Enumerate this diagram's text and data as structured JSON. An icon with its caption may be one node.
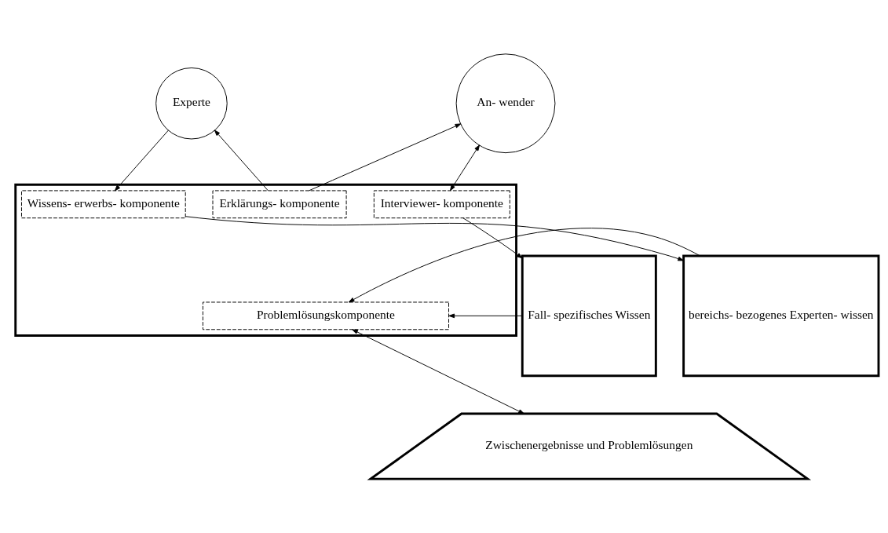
{
  "diagram": {
    "nodes": [
      {
        "text": [
          "An- wender"
        ]
      },
      {
        "text": [
          "Experte"
        ]
      },
      {
        "text": [
          "Fall- spezifisches Wissen"
        ]
      },
      {
        "text": [],
        "shape": "box"
      },
      {
        "text": [
          "Interviewer- komponente"
        ],
        "in": 3
      },
      {
        "text": [
          "Erklärungs- komponente"
        ],
        "in": 3
      },
      {
        "text": [
          "Wissens- erwerbs- komponente"
        ],
        "in": 3
      },
      {
        "text": [
          "Problemlösungskomponente"
        ],
        "in": 3
      },
      {
        "text": [
          "bereichs- bezogenes Experten- wissen"
        ]
      },
      {
        "text": [
          "Zwischenergebnisse und Problemlösungen"
        ]
      }
    ],
    "edges": [
      {
        "from": 0,
        "to": 4,
        "arrow": "both"
      },
      {
        "from": 5,
        "to": 0,
        "arrow": "to"
      },
      {
        "from": 5,
        "to": 1,
        "arrow": "to"
      },
      {
        "from": 1,
        "to": 6,
        "arrow": "to"
      },
      {
        "from": 4,
        "to": 2,
        "arrow": "to"
      },
      {
        "from": 2,
        "to": 7,
        "arrow": "to"
      },
      {
        "from": 6,
        "to": 8,
        "arrow": "to"
      },
      {
        "from": 8,
        "to": 7,
        "arrow": "to"
      },
      {
        "from": 7,
        "to": 9,
        "arrow": "both"
      }
    ]
  }
}
